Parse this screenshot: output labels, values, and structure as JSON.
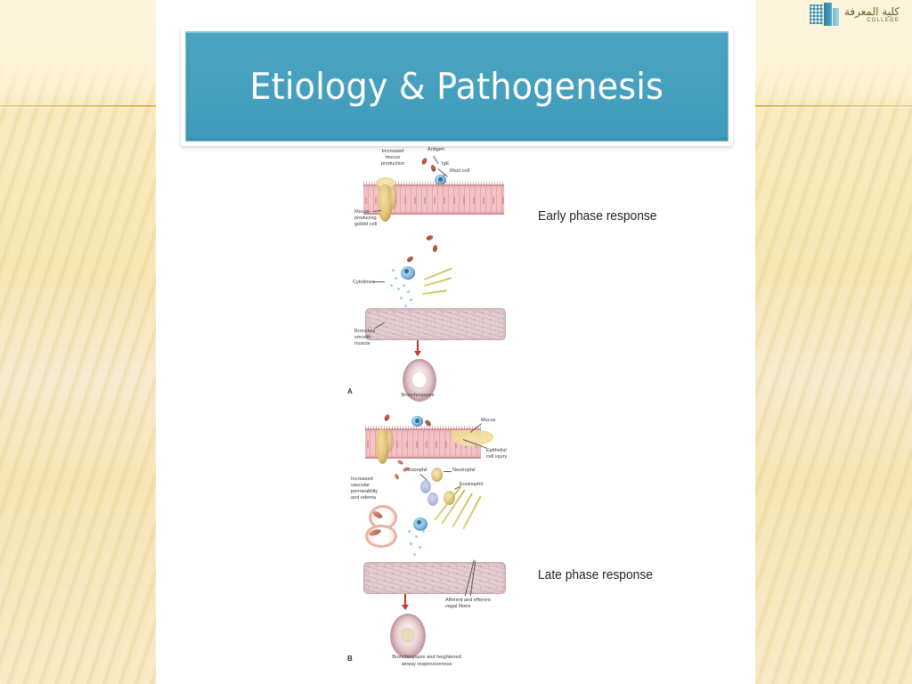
{
  "slide": {
    "title": "Etiology & Pathogenesis",
    "accent_color": "#46a0be",
    "background_color": "#f7eac6",
    "sheet_color": "#ffffff"
  },
  "logo": {
    "arabic": "كلية المعرفة",
    "english": "COLLEGE",
    "mark": "building-icon"
  },
  "captions": {
    "early": "Early phase response",
    "late": "Late phase response"
  },
  "figure": {
    "panel_a": {
      "letter": "A",
      "labels": {
        "increased_mucus": "Increased\nmucus\nproduction",
        "increased_mucus_l1": "Increased",
        "increased_mucus_l2": "mucus",
        "increased_mucus_l3": "production",
        "antigen": "Antigen",
        "ige": "IgE",
        "mast_cell": "Mast cell",
        "goblet_l1": "Mucus-",
        "goblet_l2": "producing",
        "goblet_l3": "goblet cell",
        "cytokines": "Cytokines",
        "muscle_l1": "Bronchial",
        "muscle_l2": "smooth",
        "muscle_l3": "muscle",
        "bronchospasm": "Bronchospasm"
      }
    },
    "panel_b": {
      "letter": "B",
      "labels": {
        "mucus": "Mucus",
        "epithelial_l1": "Epithelial",
        "epithelial_l2": "cell injury",
        "basophil": "Basophil",
        "neutrophil": "Neutrophil",
        "eosinophil": "Eosinophil",
        "perm_l1": "Increased",
        "perm_l2": "vascular",
        "perm_l3": "permeability",
        "perm_l4": "and edema",
        "vagal_l1": "Afferent and efferent",
        "vagal_l2": "vagal fibers",
        "outcome_l1": "Bronchospasm and heightened",
        "outcome_l2": "airway responsiveness"
      }
    }
  }
}
